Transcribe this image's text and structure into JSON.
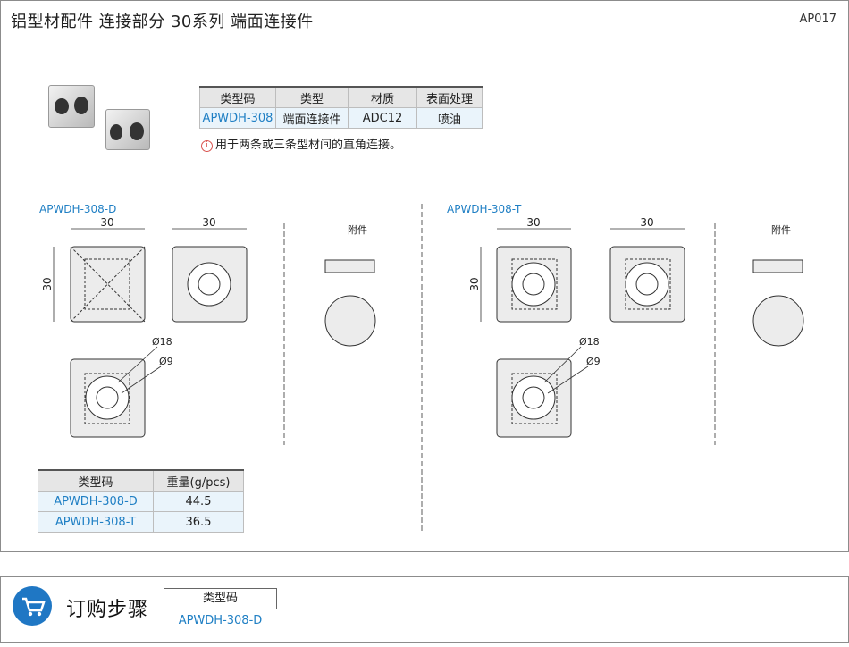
{
  "header": {
    "title": "铝型材配件  连接部分  30系列  端面连接件",
    "code": "AP017"
  },
  "spec_table": {
    "headers": [
      "类型码",
      "类型",
      "材质",
      "表面处理"
    ],
    "row": [
      "APWDH-308",
      "端面连接件",
      "ADC12",
      "喷油"
    ]
  },
  "note": "用于两条或三条型材间的直角连接。",
  "drawings": {
    "left_label": "APWDH-308-D",
    "right_label": "APWDH-308-T",
    "dim_30": "30",
    "accessory": "附件",
    "d18": "Ø18",
    "d9": "Ø9"
  },
  "weight_table": {
    "headers": [
      "类型码",
      "重量(g/pcs)"
    ],
    "rows": [
      {
        "code": "APWDH-308-D",
        "weight": "44.5"
      },
      {
        "code": "APWDH-308-T",
        "weight": "36.5"
      }
    ]
  },
  "order": {
    "title": "订购步骤",
    "header": "类型码",
    "value": "APWDH-308-D"
  },
  "colors": {
    "accent": "#1f7fc4",
    "cart_bg": "#1f77c4"
  }
}
